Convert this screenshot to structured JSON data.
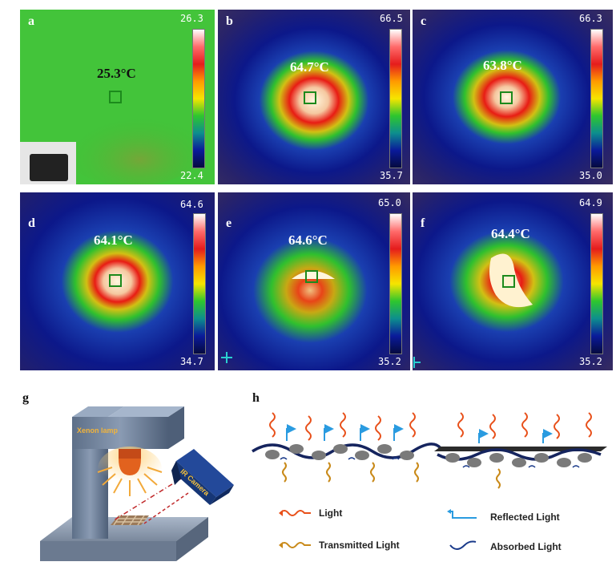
{
  "panels": [
    {
      "id": "a",
      "label": "a",
      "center_temp": "25.3°C",
      "max": "26.3",
      "min": "22.4"
    },
    {
      "id": "b",
      "label": "b",
      "center_temp": "64.7°C",
      "max": "66.5",
      "min": "35.7"
    },
    {
      "id": "c",
      "label": "c",
      "center_temp": "63.8°C",
      "max": "66.3",
      "min": "35.0"
    },
    {
      "id": "d",
      "label": "d",
      "center_temp": "64.1°C",
      "max": "64.6",
      "min": "34.7"
    },
    {
      "id": "e",
      "label": "e",
      "center_temp": "64.6°C",
      "max": "65.0",
      "min": "35.2"
    },
    {
      "id": "f",
      "label": "f",
      "center_temp": "64.4°C",
      "max": "64.9",
      "min": "35.2"
    }
  ],
  "setup": {
    "label": "g",
    "lamp_label": "Xenon lamp",
    "camera_label": "IR Camera"
  },
  "mechanism": {
    "label": "h",
    "legend": {
      "light": "Light",
      "transmitted": "Transmitted Light",
      "reflected": "Reflected Light",
      "absorbed": "Absorbed Light"
    }
  },
  "colors": {
    "green_bg": "#3bbd32",
    "deep_blue": "#0c1a8a",
    "hot_red": "#e82018",
    "core": "#fff2c8",
    "light_arrow": "#e8501a",
    "transmitted_arrow": "#c98a1a",
    "reflected_arrow": "#2a9be0",
    "absorbed_arrow": "#1a3a8a"
  }
}
